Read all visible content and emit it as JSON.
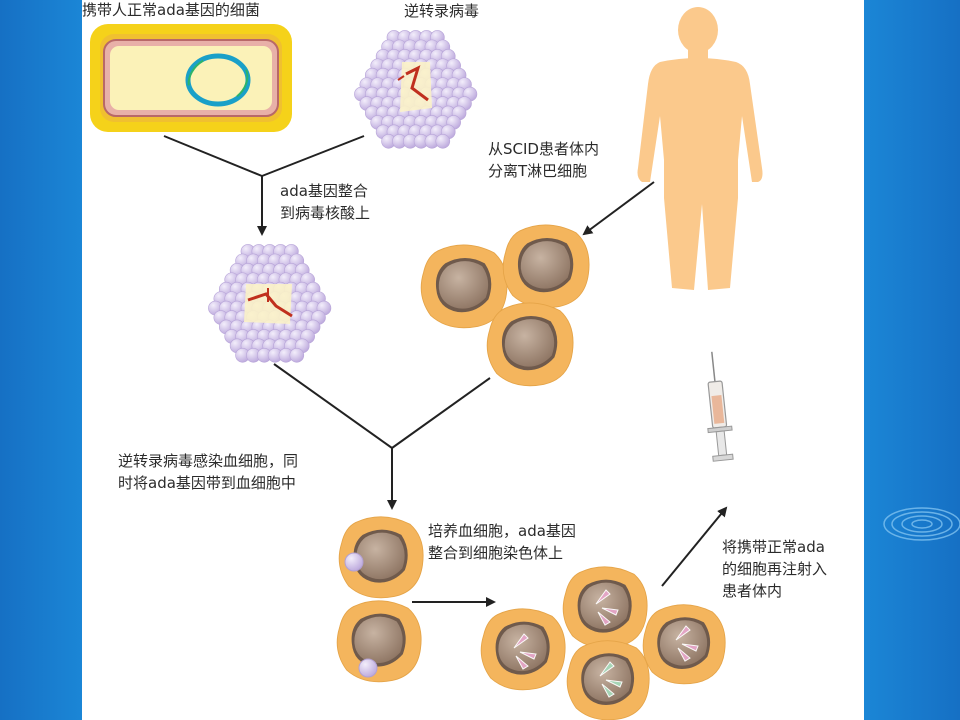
{
  "labels": {
    "bacteria": "携带人正常ada基因的细菌",
    "retrovirus": "逆转录病毒",
    "integration": [
      "ada基因整合",
      "到病毒核酸上"
    ],
    "isolate": [
      "从SCID患者体内",
      "分离T淋巴细胞"
    ],
    "infect": [
      "逆转录病毒感染血细胞，同",
      "时将ada基因带到血细胞中"
    ],
    "culture": [
      "培养血细胞，ada基因",
      "整合到细胞染色体上"
    ],
    "reinject": [
      "将携带正常ada",
      "的细胞再注射入",
      "患者体内"
    ]
  },
  "colors": {
    "side_band": "#1a7fd0",
    "panel": "#ffffff",
    "capsule_outer": "#f5d21a",
    "capsule_inner": "#fbf2b8",
    "plasmid": "#1aa0c8",
    "virus_sphere": "#cdbde6",
    "cell_body": "#f4b55d",
    "nucleus": "#a38a76",
    "human": "#fbc98c",
    "arrow": "#222222"
  },
  "icons": [
    "bacterium-icon",
    "retrovirus-icon",
    "human-figure-icon",
    "syringe-icon",
    "t-cell-icon",
    "ripple-icon"
  ]
}
